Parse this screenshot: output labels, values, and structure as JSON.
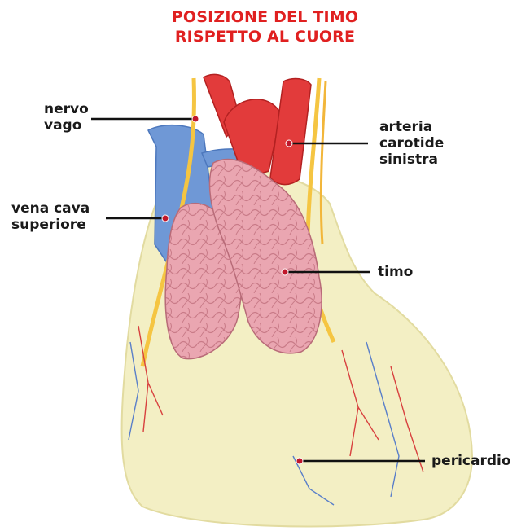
{
  "title": {
    "line1": "POSIZIONE DEL TIMO",
    "line2": "RISPETTO AL CUORE",
    "color": "#e02020"
  },
  "labels": {
    "nervo_vago": [
      "nervo",
      "vago"
    ],
    "arteria_carotide": [
      "arteria",
      "carotide",
      "sinistra"
    ],
    "vena_cava": [
      "vena cava",
      "superiore"
    ],
    "timo": "timo",
    "pericardio": "pericardio"
  },
  "colors": {
    "pericardium": "#f3efc4",
    "thymus": "#e9a3ae",
    "artery": "#e23b3b",
    "vein": "#6f98d6",
    "nerve": "#f5c542",
    "leader": "#111111",
    "dot": "#c0172b"
  }
}
